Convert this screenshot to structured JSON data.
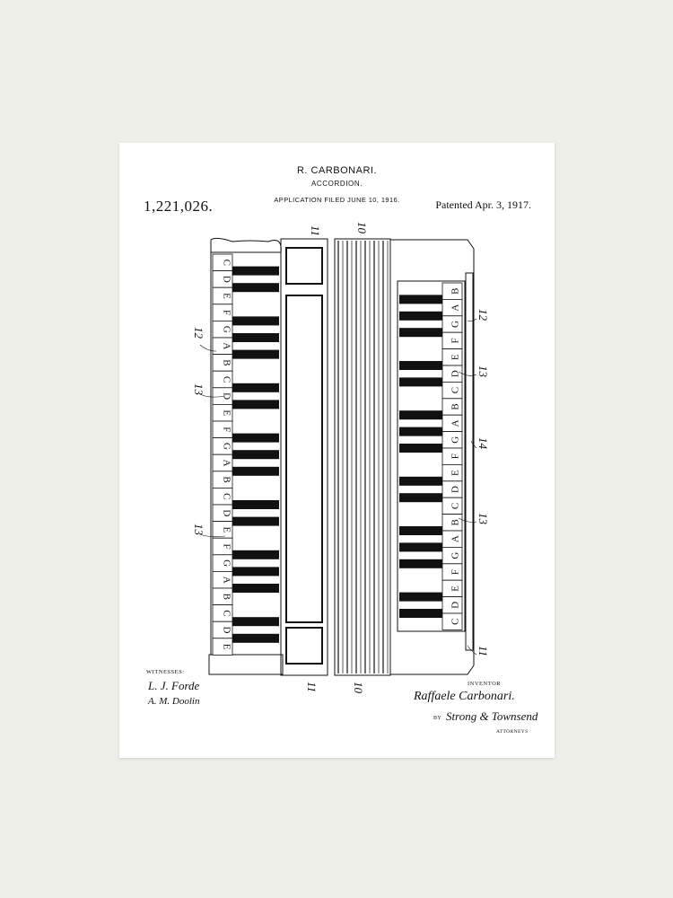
{
  "patent": {
    "inventor_name_heading": "R. CARBONARI.",
    "title": "ACCORDION.",
    "application_filed": "APPLICATION FILED JUNE 10, 1916.",
    "patent_number": "1,221,026.",
    "patented_date": "Patented Apr. 3, 1917."
  },
  "drawing": {
    "left_key_letters": [
      "C",
      "D",
      "E",
      "F",
      "G",
      "A",
      "B",
      "C",
      "D",
      "E",
      "F",
      "G",
      "A",
      "B",
      "C",
      "D",
      "E",
      "F",
      "G",
      "A",
      "B",
      "C",
      "D",
      "E"
    ],
    "right_key_letters": [
      "B",
      "A",
      "G",
      "F",
      "E",
      "D",
      "C",
      "B",
      "A",
      "G",
      "F",
      "E",
      "D",
      "C",
      "B",
      "A",
      "G",
      "F",
      "E",
      "D",
      "C"
    ],
    "reference_numerals": {
      "top_11": "11",
      "top_10": "10",
      "left_12": "12",
      "left_13_a": "13",
      "left_13_b": "13",
      "right_12": "12",
      "right_13_a": "13",
      "right_14": "14",
      "right_13_b": "13",
      "right_11": "11",
      "bottom_11": "11",
      "bottom_10": "10"
    }
  },
  "signatures": {
    "witnesses_label": "WITNESSES:",
    "witness_1": "L. J. Forde",
    "witness_2": "A. M. Doolin",
    "inventor_label": "INVENTOR",
    "inventor_signature": "Raffaele Carbonari.",
    "by_label": "BY",
    "attorney_signature": "Strong & Townsend",
    "attorneys_label": "ATTORNEYS"
  },
  "colors": {
    "ink": "#111111",
    "paper": "#ffffff",
    "wall": "#eeeee9"
  }
}
